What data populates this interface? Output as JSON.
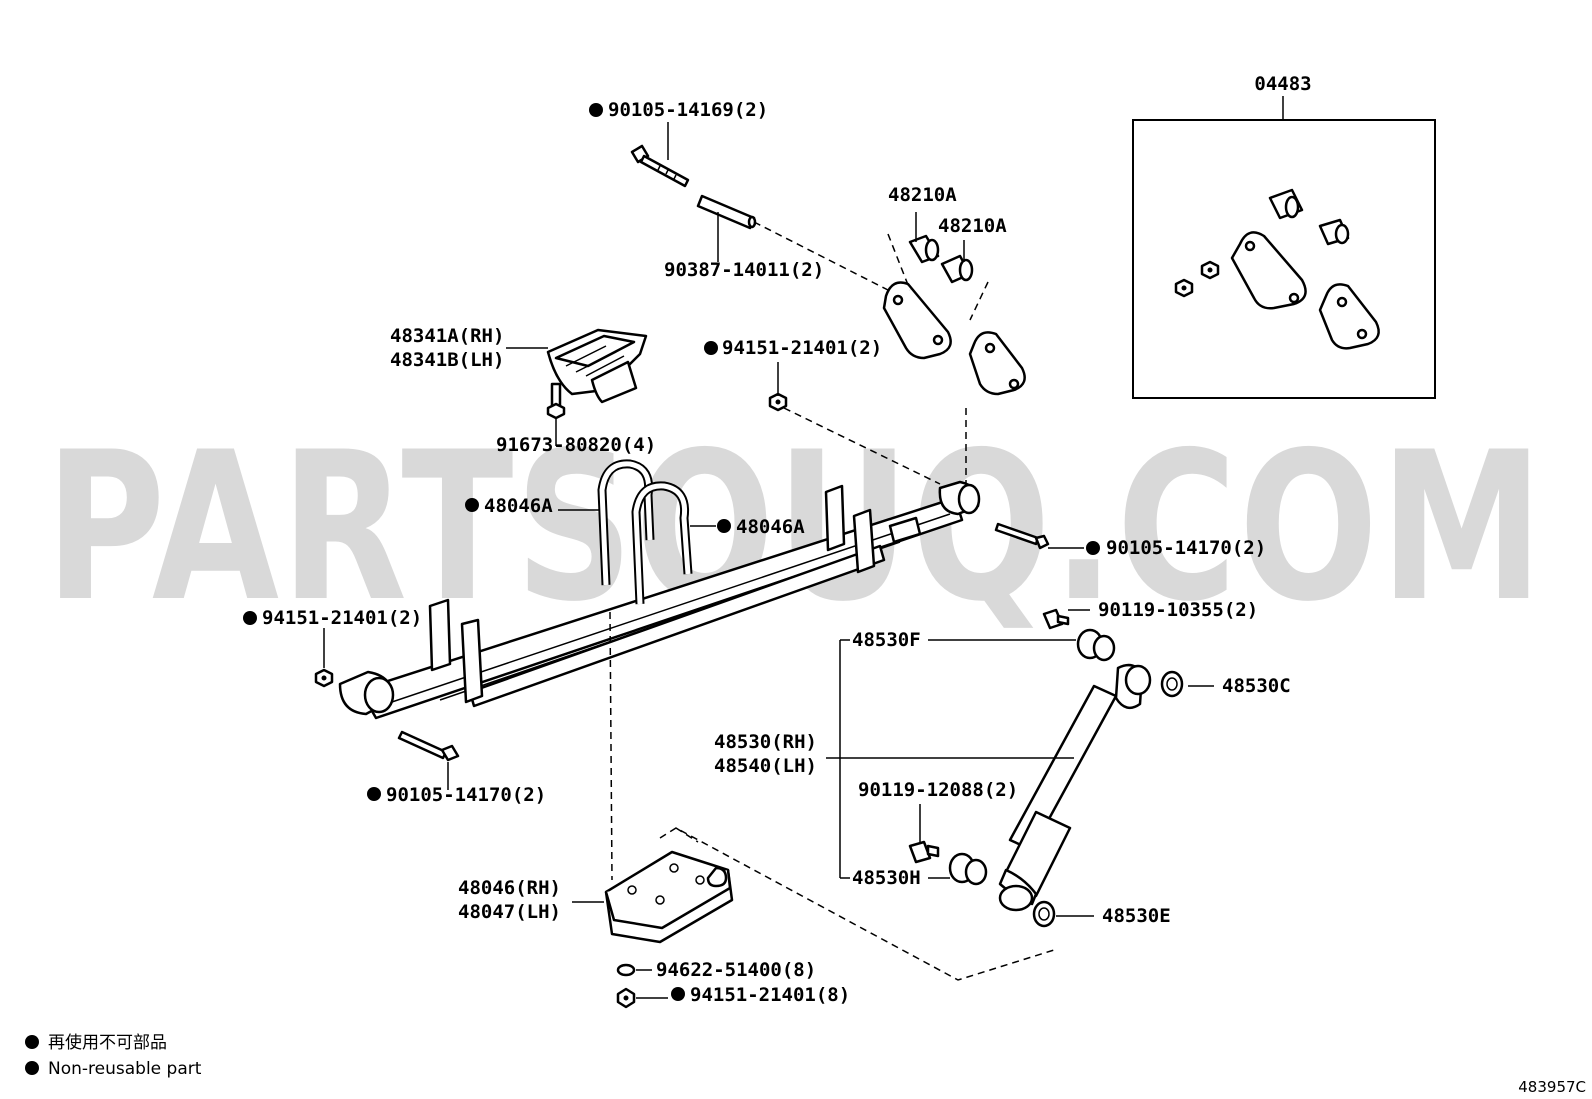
{
  "watermark": "PARTSOUQ.COM",
  "kit": {
    "label": "04483"
  },
  "callouts": {
    "bolt_top": "90105-14169(2)",
    "pin": "90387-14011(2)",
    "bush_a1": "48210A",
    "bush_a2": "48210A",
    "bumper_rh": "48341A(RH)",
    "bumper_lh": "48341B(LH)",
    "bumper_bolt": "91673-80820(4)",
    "nut_upper": "94151-21401(2)",
    "ubolt_left": "48046A",
    "ubolt_right": "48046A",
    "bolt_right": "90105-14170(2)",
    "nut_left": "94151-21401(2)",
    "stud_upper": "90119-10355(2)",
    "cushion_f": "48530F",
    "washer_c": "48530C",
    "shock_rh": "48530(RH)",
    "shock_lh": "48540(LH)",
    "bolt_left": "90105-14170(2)",
    "stud_lower": "90119-12088(2)",
    "cushion_h": "48530H",
    "seat_rh": "48046(RH)",
    "seat_lh": "48047(LH)",
    "washer_e": "48530E",
    "washer_bottom": "94622-51400(8)",
    "nut_bottom": "94151-21401(8)"
  },
  "legend": {
    "jp": "再使用不可部品",
    "en": "Non-reusable part"
  },
  "figure_code": "483957C",
  "colors": {
    "ink": "#000000",
    "watermark": "#d9d9d9",
    "background": "#ffffff"
  }
}
